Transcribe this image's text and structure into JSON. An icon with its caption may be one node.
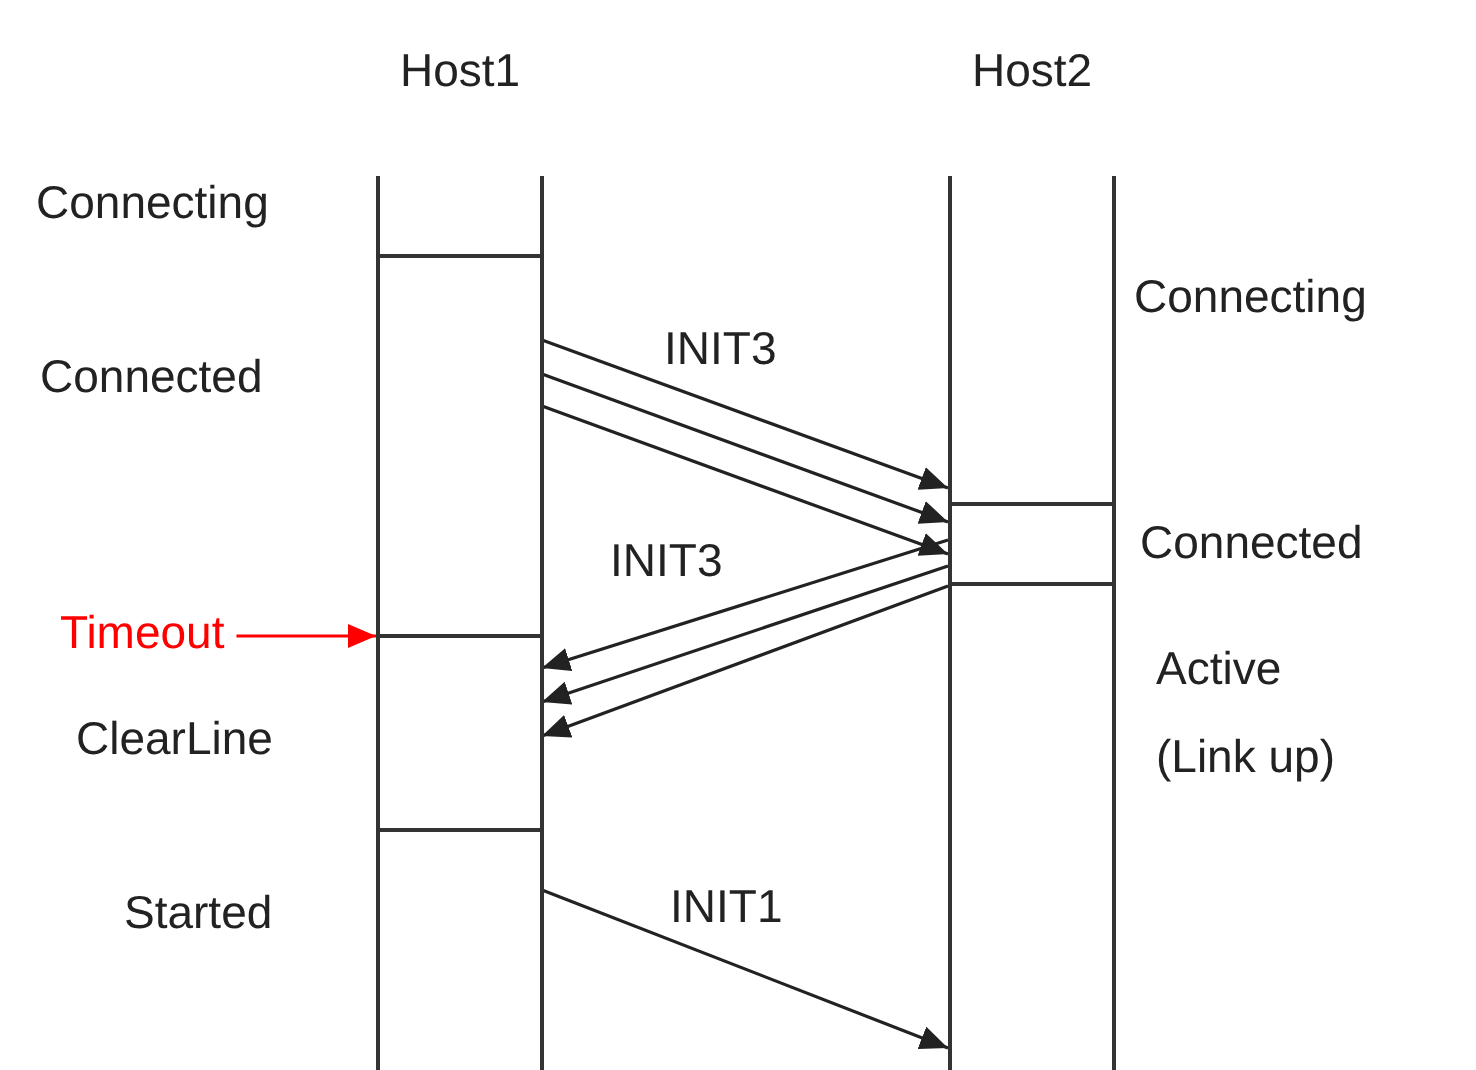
{
  "diagram": {
    "nodes": [
      {
        "text": [
          "Host1"
        ]
      },
      {
        "text": [
          "Host2"
        ]
      },
      {
        "text": [
          "Timeout"
        ]
      }
    ],
    "edges": [
      {
        "from": 0,
        "to": 1,
        "arrow": "to",
        "label": "INIT3"
      },
      {
        "from": 0,
        "to": 1,
        "arrow": "to"
      },
      {
        "from": 0,
        "to": 1,
        "arrow": "to"
      },
      {
        "from": 1,
        "to": 0,
        "arrow": "to",
        "label": "INIT3"
      },
      {
        "from": 1,
        "to": 0,
        "arrow": "to"
      },
      {
        "from": 1,
        "to": 0,
        "arrow": "to"
      },
      {
        "from": 2,
        "to": 0,
        "arrow": "to",
        "color": "#ff0000"
      },
      {
        "from": 0,
        "to": 1,
        "arrow": "to",
        "label": "INIT1"
      }
    ],
    "labels": [
      "Connecting",
      "Connecting",
      "Connected",
      "Connected",
      "Active (Link up)",
      "ClearLine",
      "Started"
    ]
  }
}
